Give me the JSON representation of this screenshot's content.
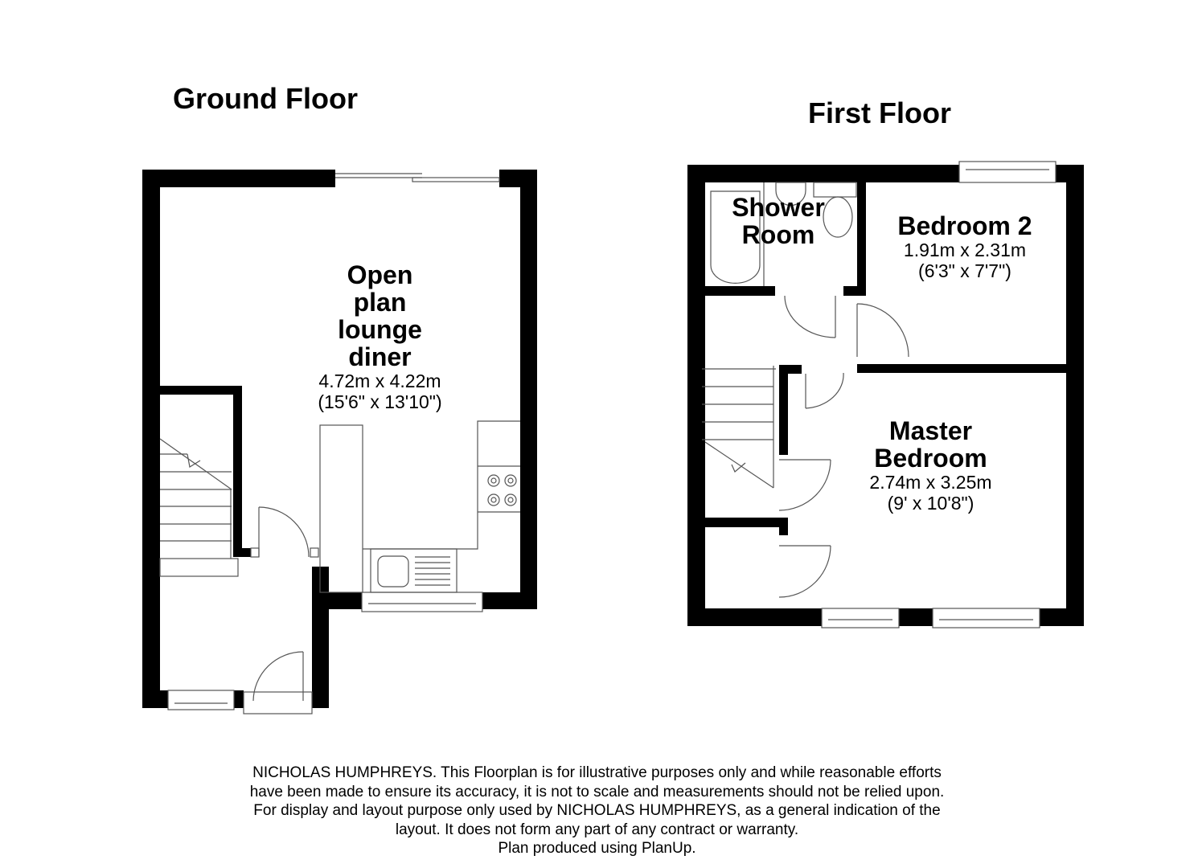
{
  "floors": {
    "ground": {
      "title": "Ground Floor",
      "rooms": [
        {
          "name_lines": [
            "Open",
            "plan",
            "lounge",
            "diner"
          ],
          "dim_metric": "4.72m x 4.22m",
          "dim_imperial": "(15'6\" x 13'10\")"
        }
      ]
    },
    "first": {
      "title": "First Floor",
      "rooms": [
        {
          "name_lines": [
            "Shower",
            "Room"
          ]
        },
        {
          "name_lines": [
            "Bedroom 2"
          ],
          "dim_metric": "1.91m x 2.31m",
          "dim_imperial": "(6'3\" x 7'7\")"
        },
        {
          "name_lines": [
            "Master",
            "Bedroom"
          ],
          "dim_metric": "2.74m x 3.25m",
          "dim_imperial": "(9' x 10'8\")"
        }
      ]
    }
  },
  "disclaimer": {
    "lines": [
      "NICHOLAS HUMPHREYS. This Floorplan is for illustrative purposes only and while reasonable efforts",
      "have been made to ensure its accuracy, it is not to scale and measurements should not be relied upon.",
      "For display and layout purpose only used by NICHOLAS HUMPHREYS, as a general indication of the",
      "layout. It does not form any part of any contract or warranty.",
      "Plan produced using PlanUp."
    ]
  },
  "colors": {
    "wall": "#000000",
    "fixture": "#555555",
    "background": "#ffffff"
  }
}
